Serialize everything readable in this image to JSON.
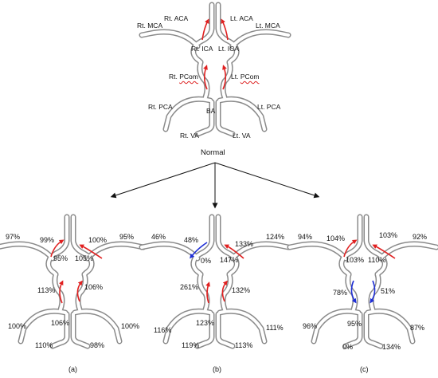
{
  "normal": {
    "title": "Normal",
    "labels": {
      "rt_aca": "Rt. ACA",
      "lt_aca": "Lt. ACA",
      "rt_mca": "Rt. MCA",
      "lt_mca": "Lt. MCA",
      "rt_ica": "Rt. ICA",
      "lt_ica": "Lt. ICA",
      "rt_pcom_prefix": "Rt. ",
      "rt_pcom_word": "PCom",
      "lt_pcom_prefix": "Lt. ",
      "lt_pcom_word": "PCom",
      "rt_pca": "Rt. PCA",
      "lt_pca": "Lt. PCA",
      "ba": "BA",
      "rt_va": "Rt. VA",
      "lt_va": "Lt. VA"
    }
  },
  "panels": [
    {
      "caption": "(a)",
      "values": {
        "rt_mca": "97%",
        "rt_aca": "99%",
        "lt_aca": "100%",
        "lt_mca": "95%",
        "rt_ica": "95%",
        "lt_ica": "105%",
        "rt_pcom": "113%",
        "lt_pcom": "106%",
        "rt_pca": "100%",
        "ba": "106%",
        "lt_pca": "100%",
        "rt_va": "110%",
        "lt_va": "98%"
      }
    },
    {
      "caption": "(b)",
      "values": {
        "rt_mca": "46%",
        "rt_aca": "48%",
        "lt_aca": "133%",
        "lt_mca": "124%",
        "rt_ica": "0%",
        "lt_ica": "147%",
        "rt_pcom": "261%",
        "lt_pcom": "132%",
        "rt_pca": "116%",
        "ba": "123%",
        "lt_pca": "111%",
        "rt_va": "119%",
        "lt_va": "113%"
      }
    },
    {
      "caption": "(c)",
      "values": {
        "rt_mca": "94%",
        "rt_aca": "104%",
        "lt_aca": "103%",
        "lt_mca": "92%",
        "rt_ica": "103%",
        "lt_ica": "110%",
        "rt_pcom": "78%",
        "lt_pcom": "51%",
        "rt_pca": "96%",
        "ba": "95%",
        "lt_pca": "87%",
        "rt_va": "0%",
        "lt_va": "134%"
      }
    }
  ],
  "colors": {
    "vessel_outline": "#8a8a8a",
    "vessel_fill": "#ffffff",
    "flow_up": "#e02020",
    "flow_down": "#1f2fd6",
    "connector": "#111111"
  }
}
